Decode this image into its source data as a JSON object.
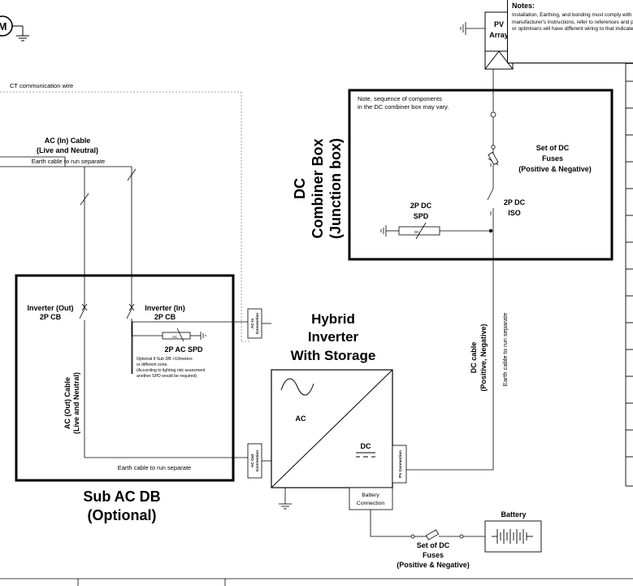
{
  "notes": {
    "title": "Notes:",
    "text": "Installation, Earthing, and bonding must comply with the latest version of the SANS 10142-1 and manufacturer's instructions, refer to references and product specifications. Systems with micro-inverters or optimisers will have different wiring to that indicated in this diagram."
  },
  "labels": {
    "motor": "M",
    "ct_wire": "CT communication wire",
    "ac_in_cable_1": "AC (In) Cable",
    "ac_in_cable_2": "(Live and Neutral)",
    "earth_top": "Earth cable to run separate",
    "inverter_out_1": "Inverter (Out)",
    "inverter_out_2": "2P CB",
    "inverter_in_1": "Inverter (In)",
    "inverter_in_2": "2P CB",
    "ac_spd": "2P AC SPD",
    "ac_tag": "AC",
    "dc_tag": "DC",
    "optional_note": [
      "Optional if Sub DB >10meters",
      "or different zone.",
      "(According to lighting risk assesment",
      "another SPD would be required)"
    ],
    "ac_out_cable_1": "AC (Out) Cable",
    "ac_out_cable_2": "(Live and Neutral)",
    "earth_bottom": "Earth cable to run separate",
    "sub_db_1": "Sub AC DB",
    "sub_db_2": "(Optional)",
    "hybrid_1": "Hybrid",
    "hybrid_2": "Inverter",
    "hybrid_3": "With Storage",
    "inv_ac": "AC",
    "inv_dc": "DC",
    "ac_in_conn_1": "AC In",
    "ac_in_conn_2": "Connection",
    "ac_out_conn_1": "AC Out",
    "ac_out_conn_2": "Connection",
    "pv_conn": "PV Connection",
    "battery_conn_1": "Battery",
    "battery_conn_2": "Connection",
    "pv_array_1": "PV",
    "pv_array_2": "Array",
    "combiner_1": "DC",
    "combiner_2": "Combiner Box",
    "combiner_3": "(Junction box)",
    "combiner_note_1": "Note, sequence of components",
    "combiner_note_2": "in the DC combiner box may vary.",
    "dc_fuses_1": "Set of DC",
    "dc_fuses_2": "Fuses",
    "dc_fuses_3": "(Positive & Negative)",
    "dc_iso_1": "2P DC",
    "dc_iso_2": "ISO",
    "dc_spd_1": "2P DC",
    "dc_spd_2": "SPD",
    "dc_cable_1": "DC cable",
    "dc_cable_2": "(Positive, Negative)",
    "dc_earth": "Earth cable to run separate",
    "batt_fuses_1": "Set of DC",
    "batt_fuses_2": "Fuses",
    "batt_fuses_3": "(Positive & Negative)",
    "battery": "Battery"
  }
}
